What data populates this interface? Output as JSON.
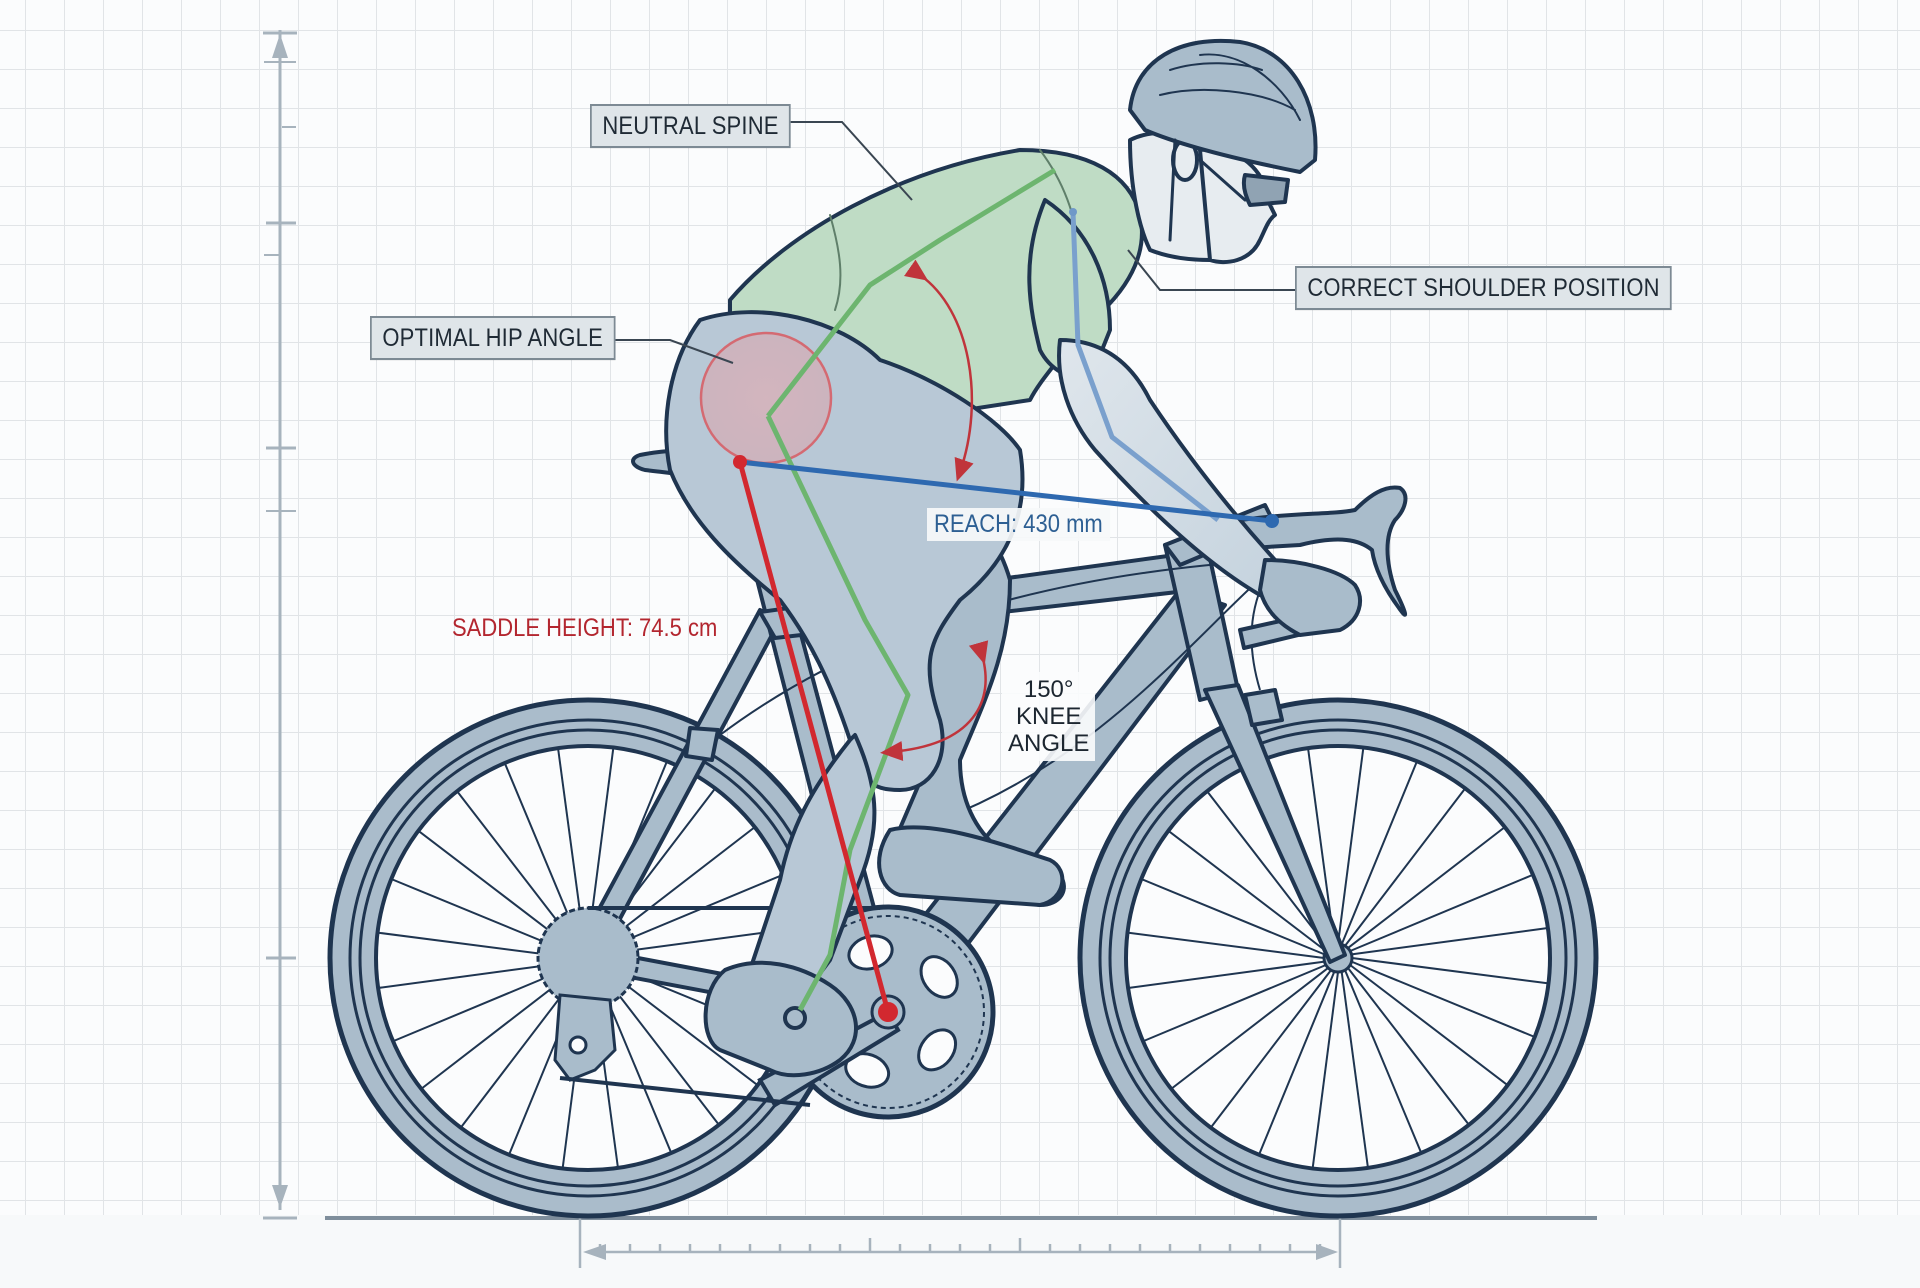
{
  "diagram": {
    "subject": "Road cycling bike fit posture diagram",
    "background_style": "blueprint grid",
    "colors": {
      "background": "#fbfcfd",
      "grid_line": "#e3e6e9",
      "outline": "#1f3550",
      "bike_fill": "#a9bccb",
      "rider_fill": "#b8c8d6",
      "jersey_fill": "#bcd9c3",
      "spine_line": "#6db56f",
      "shoulder_line": "#6f98c8",
      "reach_line": "#2e69b0",
      "saddle_line": "#d2282f",
      "angle_arc": "#c0343b",
      "hip_highlight": "#e7a4a8",
      "ruler": "#9eabb6",
      "callout_fill": "#dfe5e9",
      "callout_border": "#7d8a94"
    }
  },
  "callouts": {
    "neutral_spine": "NEUTRAL SPINE",
    "correct_shoulder": "CORRECT SHOULDER POSITION",
    "optimal_hip": "OPTIMAL HIP ANGLE"
  },
  "measurements": {
    "reach": {
      "label": "REACH: 430 mm",
      "value": 430,
      "unit": "mm"
    },
    "saddle_height": {
      "label": "SADDLE HEIGHT: 74.5 cm",
      "value": 74.5,
      "unit": "cm"
    },
    "knee_angle": {
      "value_label": "150°",
      "line2": "KNEE",
      "line3": "ANGLE",
      "value": 150,
      "unit": "deg"
    }
  },
  "rulers": {
    "vertical": {
      "ticks": 12,
      "arrows": "both"
    },
    "horizontal": {
      "ticks": 24,
      "arrows": "both"
    }
  }
}
